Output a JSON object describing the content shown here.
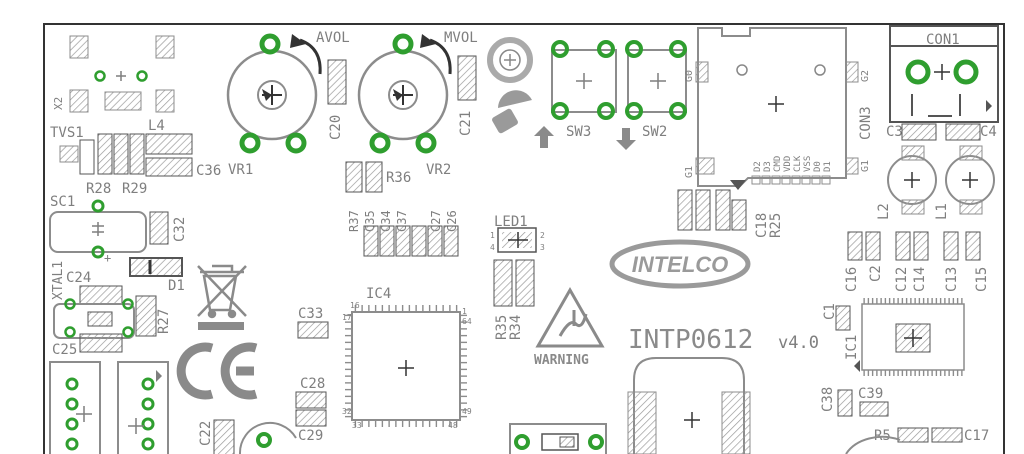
{
  "board": {
    "name": "INTP0612",
    "version": "v4.0",
    "logo": "INTELCO",
    "warning_text": "WARNING"
  },
  "labels": {
    "avol": "AVOL",
    "mvol": "MVOL",
    "con1": "CON1",
    "con3": "CON3",
    "sw3": "SW3",
    "sw2": "SW2",
    "vr1": "VR1",
    "vr2": "VR2",
    "r36": "R36",
    "c36": "C36",
    "tvs1": "TVS1",
    "l4": "L4",
    "x2": "X2",
    "r28": "R28",
    "r29": "R29",
    "sc1": "SC1",
    "xtal1": "XTAL1",
    "c24": "C24",
    "c25": "C25",
    "c32": "C32",
    "d1": "D1",
    "r27": "R27",
    "c20": "C20",
    "c21": "C21",
    "r37": "R37",
    "c35": "C35",
    "c34": "C34",
    "c37": "C37",
    "c27": "C27",
    "c26": "C26",
    "led1": "LED1",
    "r35": "R35",
    "r34": "R34",
    "ic4": "IC4",
    "c33": "C33",
    "c28": "C28",
    "c29": "C29",
    "c22": "C22",
    "c3": "C3",
    "c4": "C4",
    "l2": "L2",
    "l1": "L1",
    "c16": "C16",
    "c2": "C2",
    "c12": "C12",
    "c14": "C14",
    "c13": "C13",
    "c15": "C15",
    "c1": "C1",
    "ic1": "IC1",
    "c38": "C38",
    "c39": "C39",
    "r5": "R5",
    "c17": "C17",
    "c18": "C18",
    "r25": "R25",
    "g1a": "G1",
    "g1b": "G1",
    "g2": "G2",
    "g0": "G0",
    "sd_pins": [
      "D2",
      "D3",
      "CMD",
      "VDD",
      "CLK",
      "VSS",
      "D0",
      "D1"
    ],
    "ic4_pin1": "1",
    "ic4_pin16": "16",
    "ic4_pin17": "17",
    "ic4_pin32": "32",
    "ic4_pin33": "33",
    "ic4_pin48": "48",
    "ic4_pin49": "49",
    "ic4_pin64": "64",
    "led_pin1": "1",
    "led_pin2": "2",
    "led_pin3": "3",
    "led_pin4": "4",
    "minus": "-",
    "plus": "+"
  },
  "colors": {
    "silk": "#7f7f7f",
    "pad": "#2f9e2f",
    "outline": "#333333",
    "hatch": "#8c8c8c"
  }
}
